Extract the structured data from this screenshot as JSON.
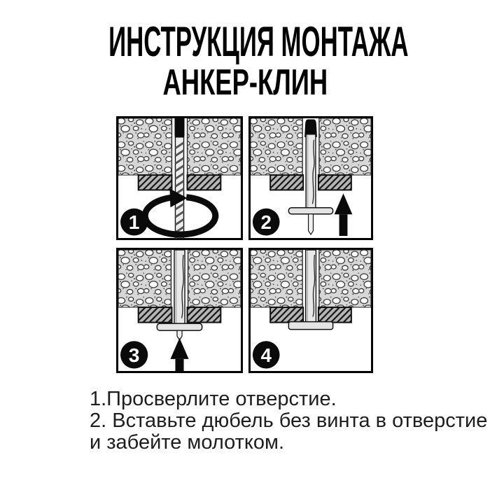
{
  "title": {
    "line1": "ИНСТРУКЦИЯ МОНТАЖА",
    "line2": "АНКЕР-КЛИН"
  },
  "panels": [
    {
      "number": "1",
      "icon": "rotation-arrow-icon",
      "depicts": "drill-bit-drilling-hole"
    },
    {
      "number": "2",
      "icon": "up-arrow-icon",
      "depicts": "anchor-inserted-into-hole"
    },
    {
      "number": "3",
      "icon": "up-arrow-icon",
      "depicts": "anchor-hammered-in"
    },
    {
      "number": "4",
      "icon": "none",
      "depicts": "anchor-fully-installed"
    }
  ],
  "instructions": {
    "lines": [
      "1.Просверлите отверстие.",
      "2. Вставьте дюбель без винта в отверстие",
      "и забейте молотком."
    ]
  },
  "colors": {
    "title": "#000000",
    "body_text": "#1e1e1e",
    "panel_border": "#000000",
    "concrete_bg": "#d7d7d7",
    "plate_bg": "#b5b5b5",
    "metal_light": "#ededed",
    "badge": "#0a0a0a",
    "badge_text": "#ffffff",
    "arrow": "#0a0a0a"
  }
}
